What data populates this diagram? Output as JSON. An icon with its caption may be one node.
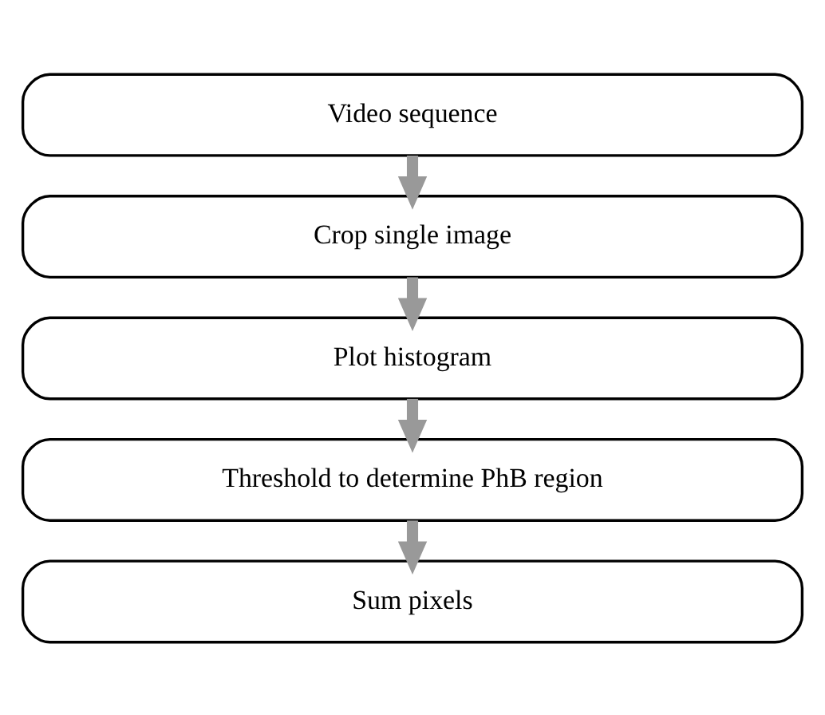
{
  "diagram": {
    "nodes": [
      {
        "text": [
          "Video sequence"
        ]
      },
      {
        "text": [
          "Crop single image"
        ]
      },
      {
        "text": [
          "Plot histogram"
        ]
      },
      {
        "text": [
          "Threshold to determine PhB region"
        ]
      },
      {
        "text": [
          "Sum pixels"
        ]
      }
    ],
    "edges": [
      {
        "from": 0,
        "to": 1,
        "arrow": "to"
      },
      {
        "from": 1,
        "to": 2,
        "arrow": "to"
      },
      {
        "from": 2,
        "to": 3,
        "arrow": "to"
      },
      {
        "from": 3,
        "to": 4,
        "arrow": "to"
      }
    ]
  }
}
